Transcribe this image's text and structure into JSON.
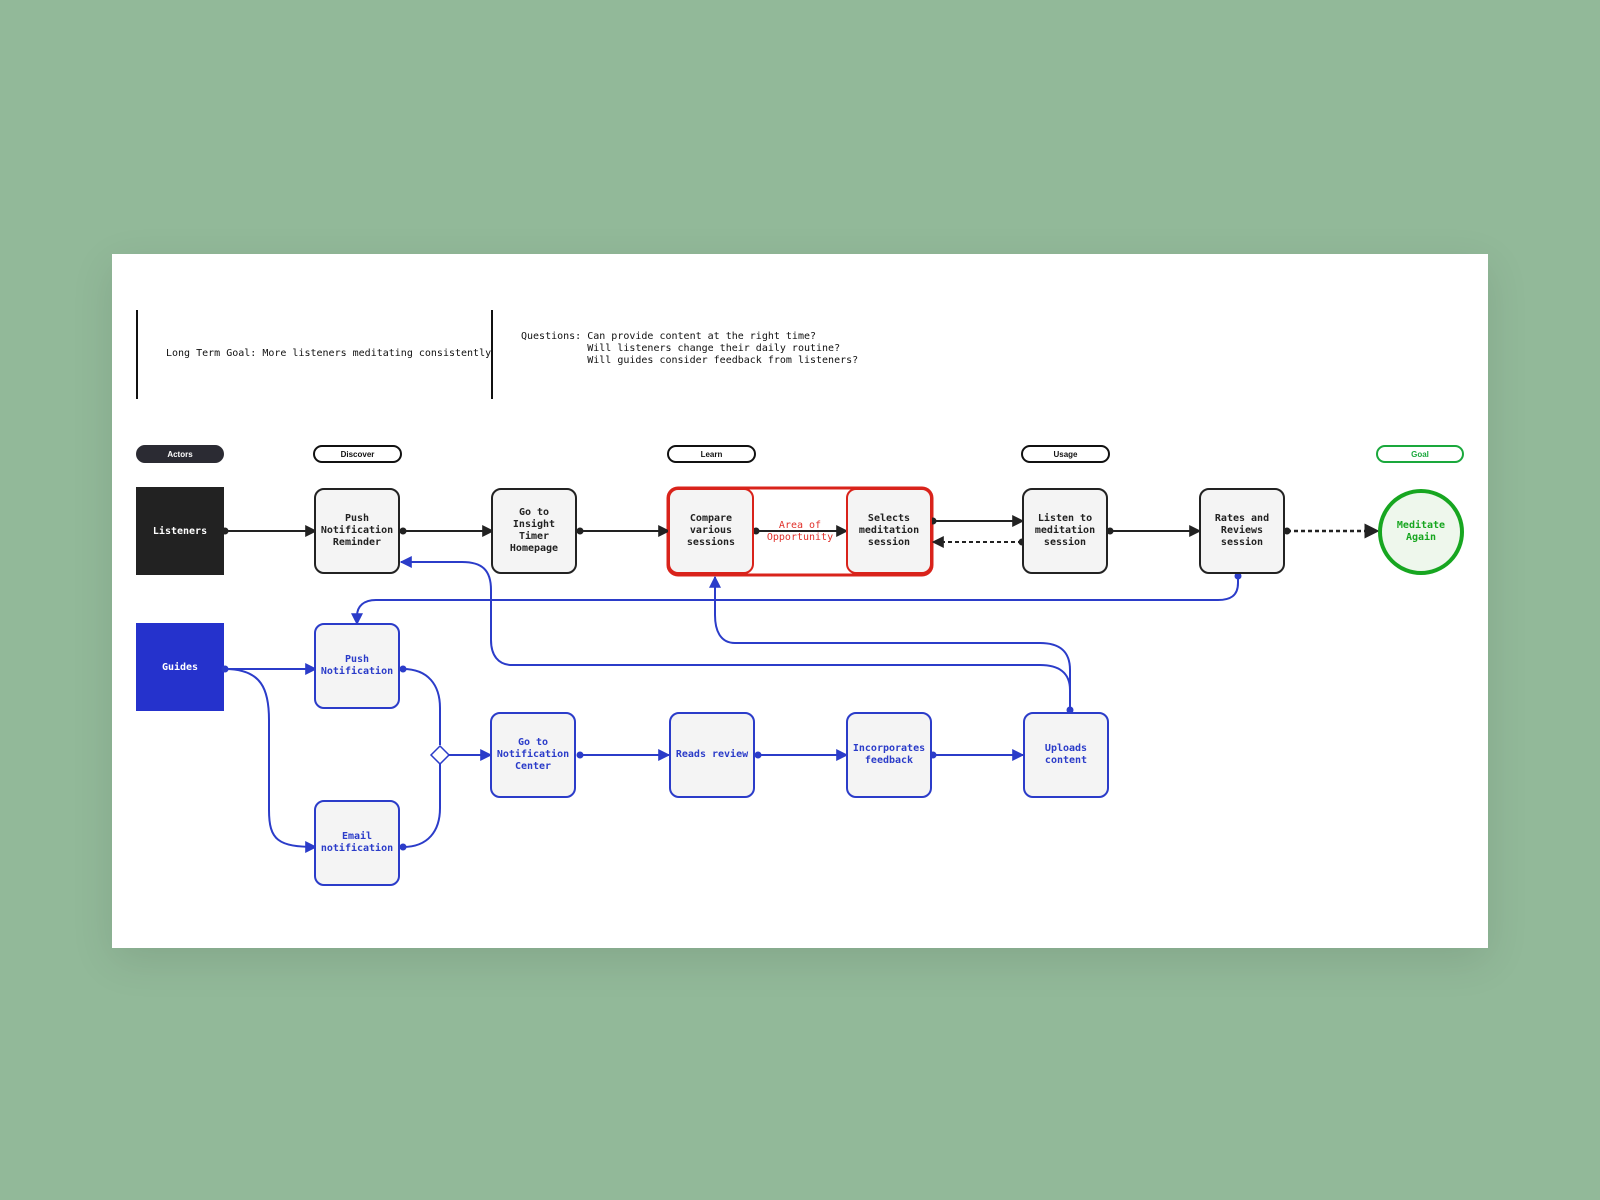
{
  "header": {
    "long_term_goal": "Long Term Goal: More listeners meditating consistently",
    "questions": "Questions: Can provide content at the right time?\n           Will listeners change their daily routine?\n           Will guides consider feedback from listeners?"
  },
  "phases": {
    "actors": "Actors",
    "discover": "Discover",
    "learn": "Learn",
    "usage": "Usage",
    "goal": "Goal"
  },
  "actors": {
    "listeners": "Listeners",
    "guides": "Guides"
  },
  "listener_steps": {
    "push_reminder": "Push\nNotification\nReminder",
    "insight_timer": "Go to\nInsight\nTimer\nHomepage",
    "compare": "Compare\nvarious\nsessions",
    "selects": "Selects\nmeditation\nsession",
    "listen": "Listen to\nmeditation\nsession",
    "rates": "Rates and\nReviews\nsession"
  },
  "goal_node": "Meditate\nAgain",
  "opportunity_label": "Area of\nOpportunity",
  "guide_steps": {
    "push_notification": "Push\nNotification",
    "email_notification": "Email\nnotification",
    "notification_center": "Go to\nNotification\nCenter",
    "reads_review": "Reads review",
    "incorporates": "Incorporates\nfeedback",
    "uploads": "Uploads\ncontent"
  },
  "colors": {
    "background": "#92b999",
    "listener_line": "#222222",
    "guide_line": "#2b3cc9",
    "opportunity": "#d9231b",
    "goal": "#17a620"
  }
}
